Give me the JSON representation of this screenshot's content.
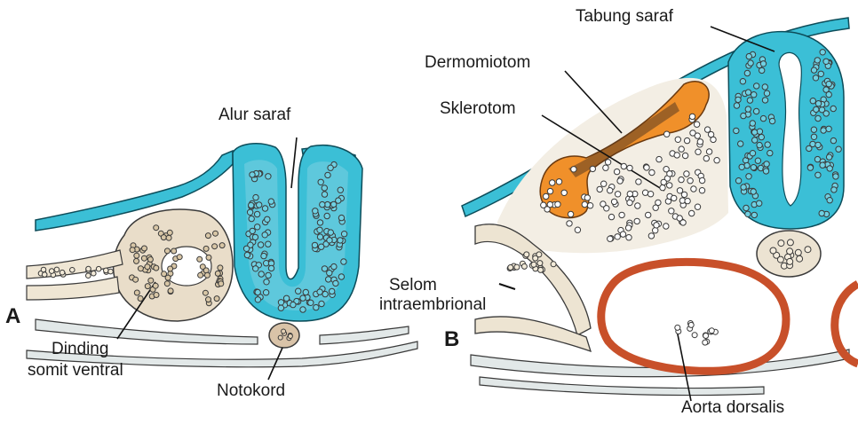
{
  "panels": {
    "a": {
      "letter": "A",
      "labels": {
        "alur_saraf": "Alur saraf",
        "dinding_line1": "Dinding",
        "dinding_line2": "somit ventral",
        "notokord": "Notokord"
      }
    },
    "b": {
      "letter": "B",
      "labels": {
        "tabung_saraf": "Tabung saraf",
        "dermomiotom": "Dermomiotom",
        "sklerotom": "Sklerotom",
        "selom_line1": "Selom",
        "selom_line2": "intraembrional",
        "aorta_dorsalis": "Aorta dorsalis"
      }
    }
  },
  "colors": {
    "neural_tissue": "#3bbfd6",
    "dermomyotome": "#f0902a",
    "aorta_wall": "#c8502a",
    "cell_dark": "#3a3a3a",
    "background": "#ffffff"
  }
}
